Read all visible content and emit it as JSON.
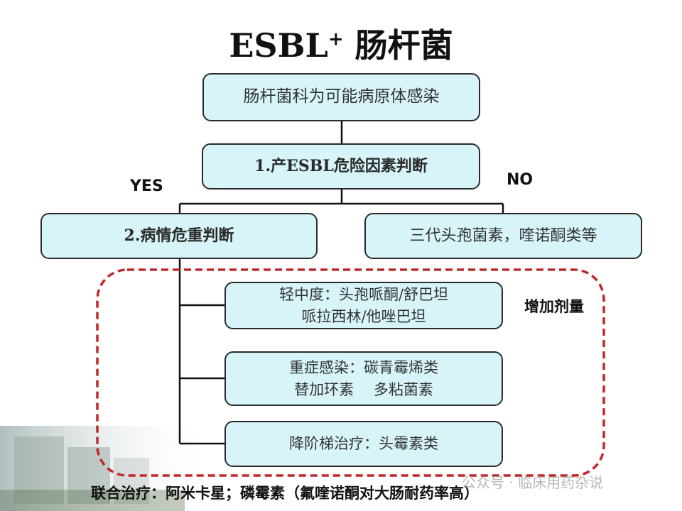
{
  "title": {
    "main": "ESBL",
    "sup": "+",
    "suffix": " 肠杆菌"
  },
  "nodes": {
    "pathogen": "肠杆菌科为可能病原体感染",
    "risk": "1.产ESBL危险因素判断",
    "severity": "2.病情危重判断",
    "no_esbl": "三代头孢菌素，喹诺酮类等",
    "mild_line1": "轻中度：头孢哌酮/舒巴坦",
    "mild_line2": "哌拉西林/他唑巴坦",
    "severe_line1": "重症感染：碳青霉烯类",
    "severe_line2": "替加环素　 多粘菌素",
    "deescalation": "降阶梯治疗：头霉素类"
  },
  "labels": {
    "yes": "YES",
    "no": "NO",
    "increase_dose": "增加剂量"
  },
  "footer": "联合治疗：阿米卡星；磷霉素（氟喹诺酮对大肠耐药率高）",
  "watermark": "公众号 · 临床用药杂说",
  "colors": {
    "box_fill": "#d7f4f8",
    "box_border": "#2b2b2b",
    "dashed_frame": "#c0282a"
  }
}
